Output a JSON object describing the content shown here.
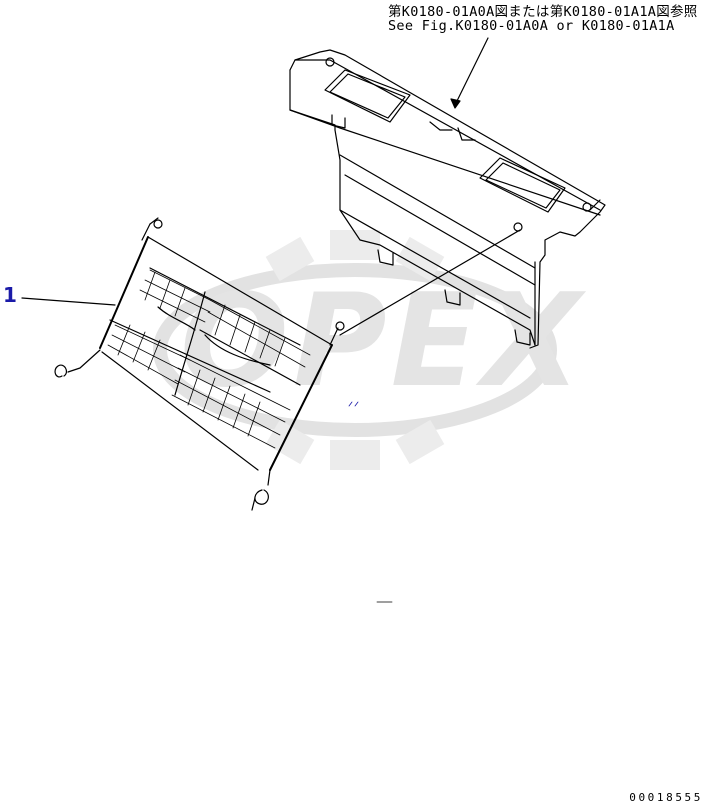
{
  "reference_note": {
    "japanese": "第K0180-01A0A図または第K0180-01A1A図参照",
    "english": "See Fig.K0180-01A0A or K0180-01A1A"
  },
  "callouts": [
    {
      "number": "1"
    }
  ],
  "watermark": {
    "text": "OPEX"
  },
  "drawing_number": "00018555",
  "colors": {
    "line": "#000000",
    "callout": "#1a1aa8",
    "watermark": "#e4e4e4"
  }
}
